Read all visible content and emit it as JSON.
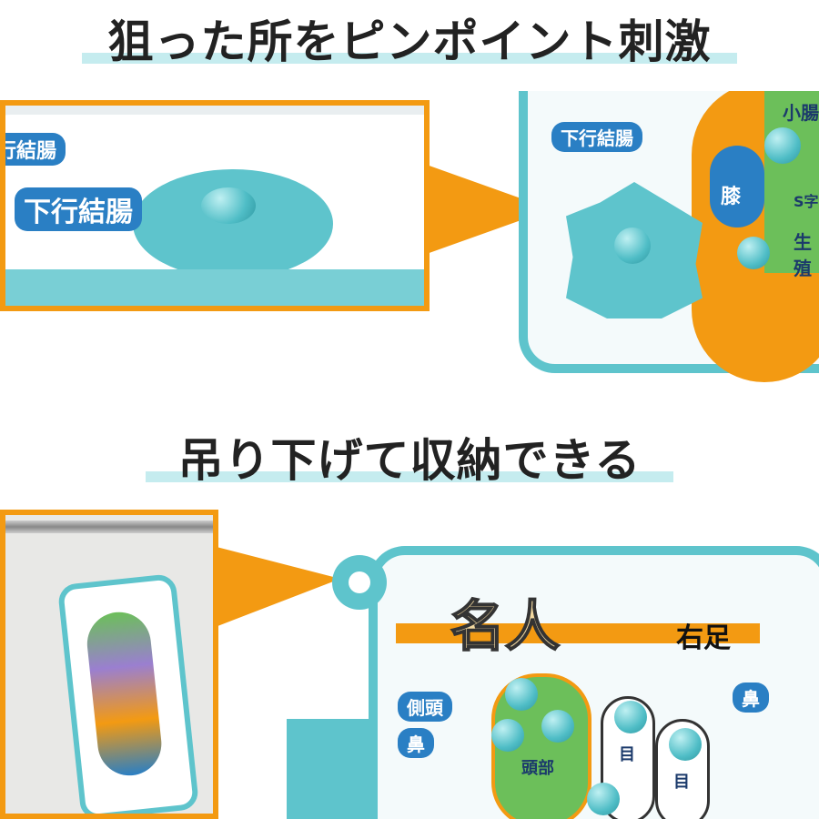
{
  "headings": {
    "top": "狙った所をピンポイント刺激",
    "bottom": "吊り下げて収納できる"
  },
  "top_section": {
    "closeup_labels": [
      "行結腸",
      "下行結腸"
    ],
    "board_labels": {
      "descending_colon": "下行結腸",
      "small_intestine": "小腸",
      "knee": "膝",
      "sigmoid": "S字",
      "reproductive": "生殖"
    }
  },
  "bottom_section": {
    "board_title": "名人",
    "foot_side": "右足",
    "labels": {
      "temporal": "側頭",
      "nose_left": "鼻",
      "nose_right": "鼻",
      "head": "頭部",
      "eye1": "目",
      "eye2": "目"
    }
  },
  "colors": {
    "accent_orange": "#f39a12",
    "board_teal": "#5ec4cc",
    "label_blue": "#2a7fc4",
    "heading_underline": "#c5ecef"
  }
}
